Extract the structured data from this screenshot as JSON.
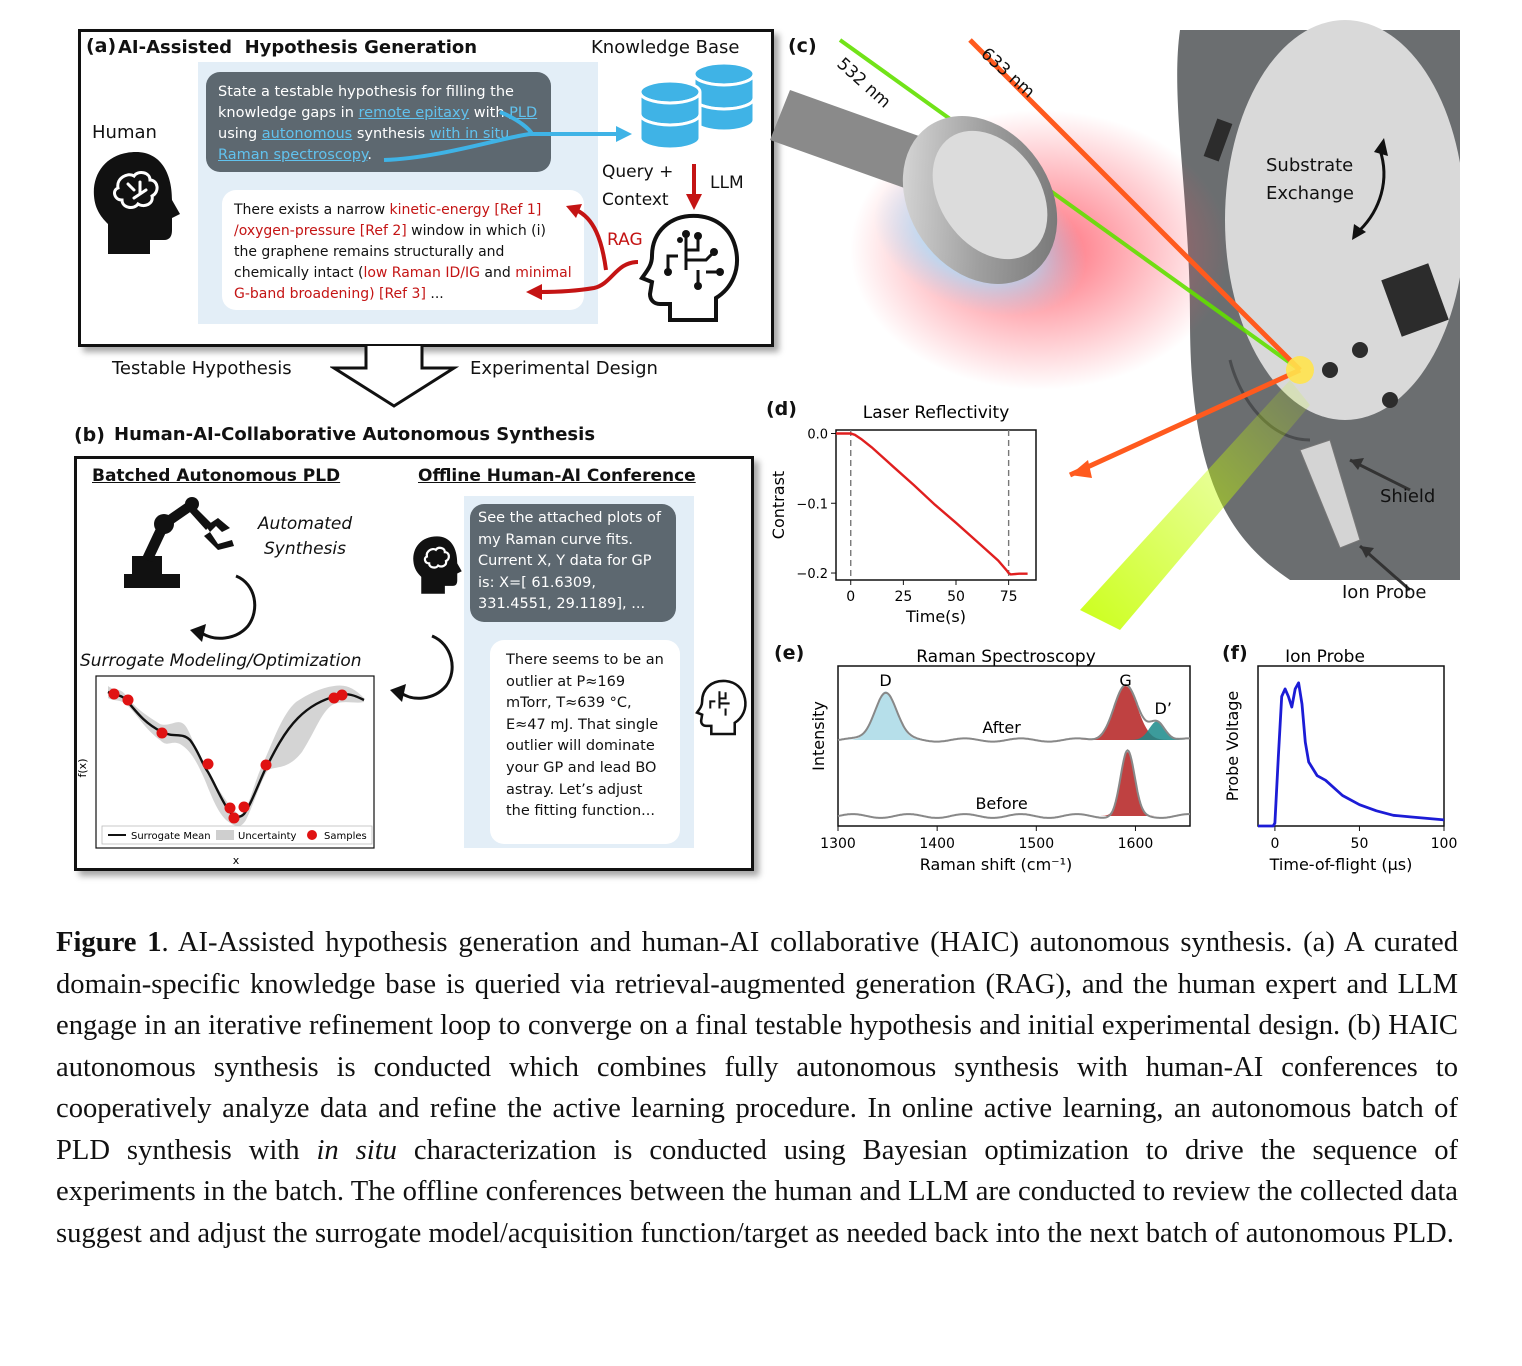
{
  "panel_a": {
    "label": "(a)",
    "title": "AI-Assisted  Hypothesis Generation",
    "knowledge_base": "Knowledge Base",
    "human": "Human",
    "prompt_parts": [
      "State a testable hypothesis for filling the knowledge gaps in ",
      "remote epitaxy",
      " with ",
      "PLD",
      " using ",
      "autonomous",
      " synthesis ",
      "with in situ Raman spectroscopy",
      "."
    ],
    "query_context": "Query + Context",
    "llm": "LLM",
    "rag": "RAG",
    "response_parts": [
      "There exists a narrow ",
      "kinetic-energy [Ref 1] /oxygen-pressure [Ref 2]",
      " window in which (i) the graphene remains structurally and chemically intact (",
      "low Raman ID/IG",
      " and ",
      "minimal G-band broadening) [Ref 3]",
      " ..."
    ]
  },
  "arrow": {
    "left": "Testable Hypothesis",
    "right": "Experimental Design"
  },
  "panel_b": {
    "label": "(b)",
    "title": "Human-AI-Collaborative Autonomous Synthesis",
    "left_heading": "Batched Autonomous PLD",
    "right_heading": "Offline Human-AI Conference",
    "automated": "Automated Synthesis",
    "surrogate": "Surrogate Modeling/Optimization",
    "gp_ylabel": "f(x)",
    "gp_xlabel": "x",
    "legend": [
      "Surrogate Mean",
      "Uncertainty",
      "Samples"
    ],
    "human_msg": "See the attached plots of my Raman curve fits. Current X, Y data for GP is: X=[ 61.6309, 331.4551, 29.1189], ...",
    "ai_msg": "There seems to be an outlier at P≈169 mTorr, T≈639 °C, E≈47 mJ. That single outlier will dominate your GP and lead BO astray. Let’s adjust the fitting function..."
  },
  "panel_c": {
    "label": "(c)",
    "laser1": "532 nm",
    "laser2": "633 nm",
    "substrate": "Substrate Exchange",
    "shield": "Shield",
    "ion_probe": "Ion Probe"
  },
  "chart_data": [
    {
      "id": "d",
      "type": "line",
      "panel_label": "(d)",
      "title": "Laser Reflectivity",
      "xlabel": "Time(s)",
      "ylabel": "Contrast",
      "xticks": [
        "0",
        "25",
        "50",
        "75"
      ],
      "yticks": [
        "0.0",
        "−0.1",
        "−0.2"
      ],
      "xlim": [
        -7,
        88
      ],
      "ylim": [
        -0.21,
        0.005
      ],
      "vlines": [
        0,
        75
      ],
      "x": [
        -7,
        -1,
        0,
        2,
        5,
        10,
        20,
        30,
        40,
        50,
        60,
        70,
        74,
        75,
        76,
        80,
        84
      ],
      "y": [
        0.0,
        0.0,
        0.0,
        -0.002,
        -0.008,
        -0.02,
        -0.047,
        -0.074,
        -0.102,
        -0.128,
        -0.155,
        -0.182,
        -0.196,
        -0.2,
        -0.202,
        -0.201,
        -0.201
      ],
      "color": "#e01f1f"
    },
    {
      "id": "e",
      "type": "area",
      "panel_label": "(e)",
      "title": "Raman Spectroscopy",
      "xlabel": "Raman shift (cm⁻¹)",
      "ylabel": "Intensity",
      "xticks": [
        "1300",
        "1400",
        "1500",
        "1600"
      ],
      "xlim": [
        1300,
        1655
      ],
      "peak_labels": [
        "D",
        "G",
        "D’"
      ],
      "series_labels": [
        "After",
        "Before"
      ],
      "after_peaks": [
        {
          "name": "D",
          "center": 1348,
          "height": 0.9,
          "width": 11,
          "color": "#a9d9e6"
        },
        {
          "name": "G",
          "center": 1590,
          "height": 1.0,
          "width": 12,
          "color": "#b42020"
        },
        {
          "name": "D’",
          "center": 1622,
          "height": 0.35,
          "width": 8,
          "color": "#1a8a8a"
        }
      ],
      "before_peaks": [
        {
          "name": "G",
          "center": 1592,
          "height": 1.0,
          "width": 7,
          "color": "#b42020"
        }
      ]
    },
    {
      "id": "f",
      "type": "line",
      "panel_label": "(f)",
      "title": "Ion Probe",
      "xlabel": "Time-of-flight (μs)",
      "ylabel": "Probe Voltage",
      "xticks": [
        "0",
        "50",
        "100"
      ],
      "xlim": [
        -10,
        100
      ],
      "ylim": [
        0,
        1.05
      ],
      "x": [
        -10,
        -1,
        0,
        2,
        4,
        6,
        8,
        10,
        12,
        14,
        16,
        18,
        20,
        25,
        30,
        40,
        50,
        60,
        70,
        80,
        90,
        100
      ],
      "y": [
        0,
        0,
        0.02,
        0.45,
        0.85,
        0.9,
        0.85,
        0.78,
        0.9,
        0.94,
        0.8,
        0.55,
        0.42,
        0.33,
        0.3,
        0.2,
        0.14,
        0.1,
        0.07,
        0.06,
        0.05,
        0.04
      ],
      "color": "#1c1cd6"
    }
  ],
  "caption": {
    "fig": "Figure 1",
    "text1": ". AI-Assisted hypothesis generation and human-AI collaborative (HAIC) autonomous synthesis. (a) A curated domain-specific knowledge base is queried via retrieval-augmented generation (RAG), and the human expert and LLM engage in an iterative refinement loop to converge on a final testable hypothesis and initial experimental design. (b) HAIC autonomous synthesis is conducted which combines fully autonomous synthesis with human-AI conferences to cooperatively analyze data and refine the active learning procedure. In online active learning, an autonomous batch of PLD synthesis with ",
    "italic": "in situ",
    "text2": " characterization is conducted using Bayesian optimization to drive the sequence of experiments in the batch. The offline conferences between the human and LLM are conducted to review the collected data suggest and adjust the surrogate model/acquisition function/target as needed back into the next batch of autonomous PLD."
  }
}
